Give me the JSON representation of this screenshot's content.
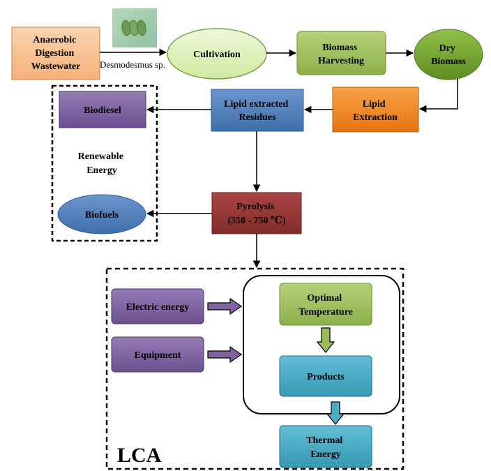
{
  "nodes": {
    "anaerobic": [
      "Anaerobic",
      "Digestion",
      "Wastewater"
    ],
    "cultivation": [
      "Cultivation"
    ],
    "harvesting": [
      "Biomass",
      "Harvesting"
    ],
    "dry_biomass": [
      "Dry",
      "Biomass"
    ],
    "lipid_extraction": [
      "Lipid",
      "Extraction"
    ],
    "residues": [
      "Lipid extracted",
      "Residues"
    ],
    "biodiesel": [
      "Biodiesel"
    ],
    "renewable": [
      "Renewable",
      "Energy"
    ],
    "biofuels": [
      "Biofuels"
    ],
    "pyrolysis": [
      "Pyrolysis",
      "(350 - 750 ℃)"
    ],
    "electric": [
      "Electric energy"
    ],
    "equipment": [
      "Equipment"
    ],
    "optimal": [
      "Optimal",
      "Temperature"
    ],
    "products": [
      "Products"
    ],
    "thermal": [
      "Thermal",
      "Energy"
    ]
  },
  "organism_label": "Desmodesmus sp.",
  "lca_label": "LCA",
  "colors": {
    "peach": "#F9C294",
    "light_green": "#D8EFAE",
    "olive_green": "#9BBB59",
    "dark_green": "#76A82F",
    "orange": "#F28A1E",
    "steel_blue": "#4F81BD",
    "purple": "#8064A2",
    "dark_red": "#953735",
    "teal": "#4BACC6"
  }
}
